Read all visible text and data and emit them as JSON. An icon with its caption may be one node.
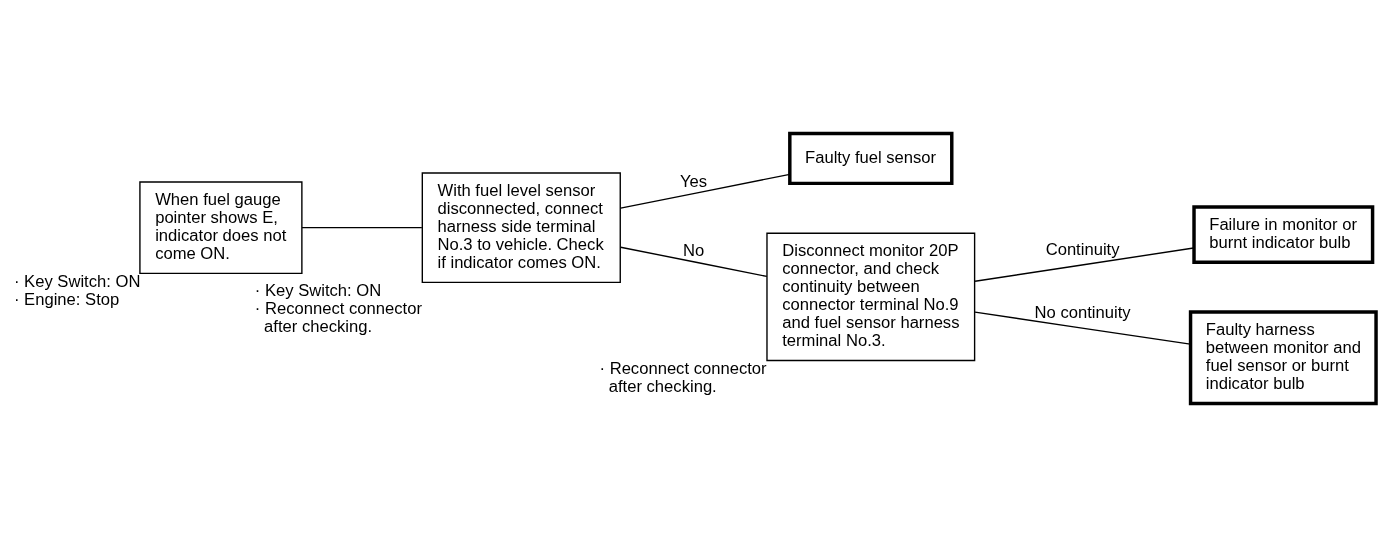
{
  "diagram": {
    "nodes": [
      {
        "text": [
          "When fuel gauge pointer shows E, indicator does not come ON."
        ],
        "beside": [
          "· Key Switch: ON",
          "· Engine: Stop"
        ]
      },
      {
        "text": [
          "With fuel level sensor disconnected, connect harness side terminal No.3 to vehicle. Check if indicator comes ON."
        ],
        "beside": [
          "· Key Switch: ON",
          "· Reconnect connector after checking."
        ]
      },
      {
        "text": [
          "Faulty fuel sensor"
        ]
      },
      {
        "text": [
          "Disconnect monitor 20P connector, and check continuity between connector terminal No.9 and fuel sensor harness terminal No.3."
        ],
        "beside": [
          "· Reconnect connector after checking."
        ]
      },
      {
        "text": [
          "Failure in monitor or burnt indicator bulb"
        ]
      },
      {
        "text": [
          "Faulty harness between monitor and fuel sensor or burnt indicator bulb"
        ]
      }
    ],
    "edges": [
      {
        "from": 0,
        "to": 1,
        "arrow": "none"
      },
      {
        "from": 1,
        "to": 2,
        "arrow": "none",
        "label": "Yes"
      },
      {
        "from": 1,
        "to": 3,
        "arrow": "none",
        "label": "No"
      },
      {
        "from": 3,
        "to": 4,
        "arrow": "none",
        "label": "Continuity"
      },
      {
        "from": 3,
        "to": 5,
        "arrow": "none",
        "label": "No continuity"
      }
    ]
  }
}
